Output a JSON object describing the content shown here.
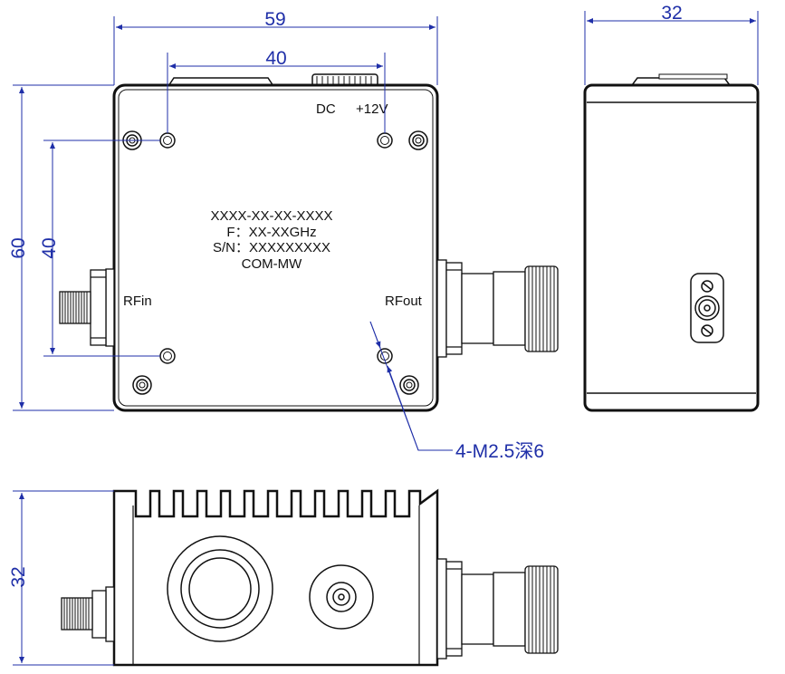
{
  "dimensions": {
    "top_width": "59",
    "hole_spacing_x": "40",
    "height": "60",
    "hole_spacing_y": "40",
    "side_width": "32",
    "bottom_height": "32"
  },
  "ports": {
    "dc": "DC",
    "supply": "+12V",
    "rf_in": "RFin",
    "rf_out": "RFout"
  },
  "label": {
    "model": "XXXX-XX-XX-XXXX",
    "frequency": "F：XX-XXGHz",
    "serial": "S/N：XXXXXXXXX",
    "brand": "COM-MW"
  },
  "callout": {
    "holes": "4-M2.5深6"
  },
  "colors": {
    "dimension": "#1f2fa8",
    "outline": "#111111"
  }
}
